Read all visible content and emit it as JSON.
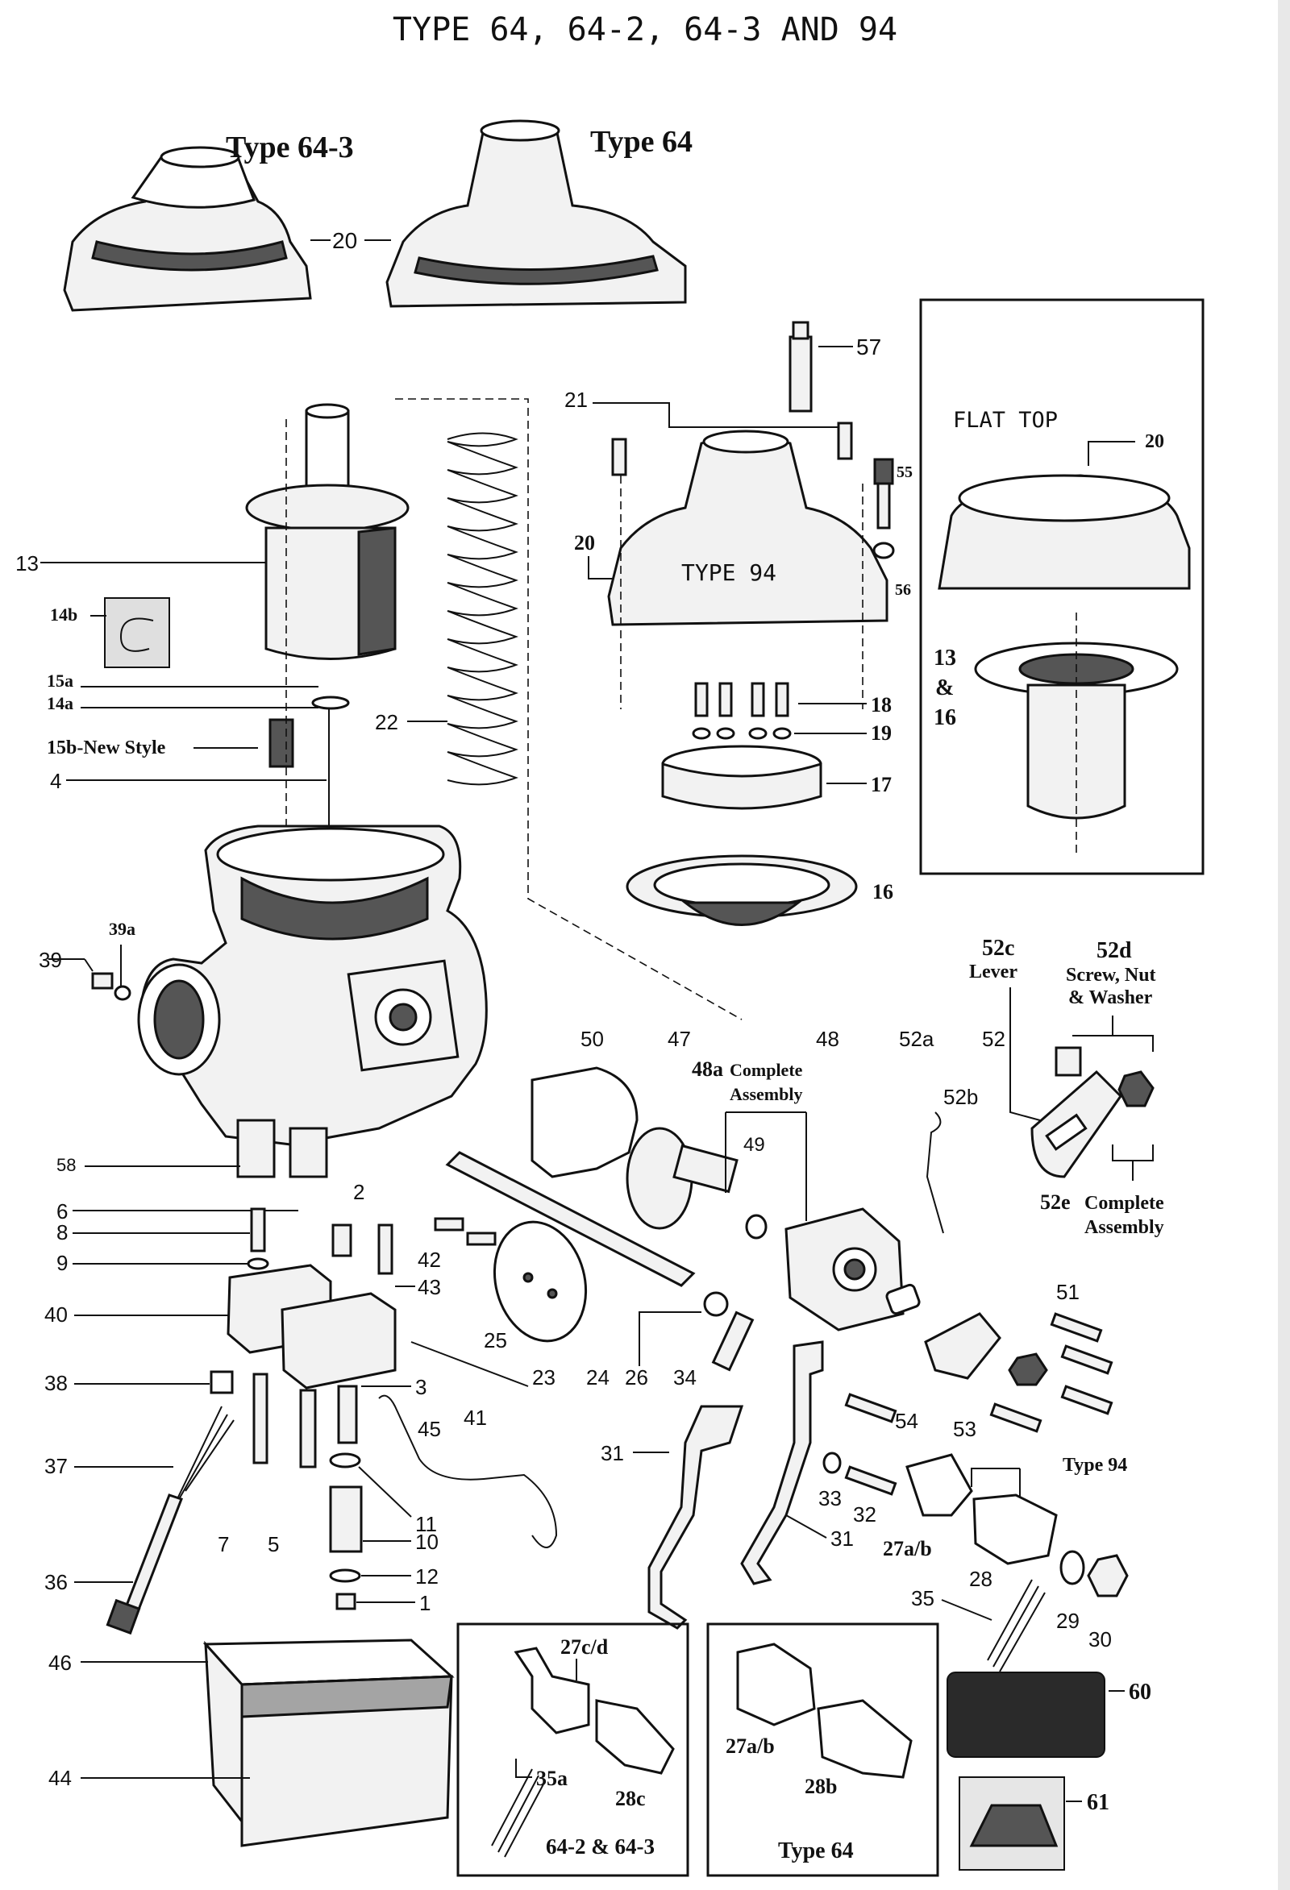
{
  "title": "TYPE 64, 64-2, 64-3 AND 94",
  "captions": {
    "type_64_3": "Type 64-3",
    "type_64": "Type 64",
    "flat_top": "FLAT TOP",
    "type_94_center": "TYPE 94",
    "lever_52c_num": "52c",
    "lever_52c_text": "Lever",
    "screw_52d_num": "52d",
    "screw_52d_line1": "Screw, Nut",
    "screw_52d_line2": "& Washer",
    "assy_48a_num": "48a",
    "assy_48a_line1": "Complete",
    "assy_48a_line2": "Assembly",
    "assy_52e_num": "52e",
    "assy_52e_line1": "Complete",
    "assy_52e_line2": "Assembly",
    "type_94_right": "Type 94",
    "inset_left_bottom": "64-2 & 64-3",
    "inset_right_bottom": "Type 64",
    "new_style_15b": "15b-New Style",
    "ref_13_16_a": "13",
    "ref_13_16_b": "&",
    "ref_13_16_c": "16"
  },
  "callouts": {
    "c1": "1",
    "c2": "2",
    "c3": "3",
    "c4": "4",
    "c5": "5",
    "c6": "6",
    "c7": "7",
    "c8": "8",
    "c9": "9",
    "c10": "10",
    "c11": "11",
    "c12": "12",
    "c13": "13",
    "c14a": "14a",
    "c14b": "14b",
    "c15a": "15a",
    "c16": "16",
    "c17": "17",
    "c18": "18",
    "c19": "19",
    "c20": "20",
    "c21": "21",
    "c22": "22",
    "c23": "23",
    "c24": "24",
    "c25": "25",
    "c26": "26",
    "c27ab": "27a/b",
    "c27cd": "27c/d",
    "c28": "28",
    "c28b": "28b",
    "c28c": "28c",
    "c29": "29",
    "c30": "30",
    "c31": "31",
    "c32": "32",
    "c33": "33",
    "c34": "34",
    "c35": "35",
    "c35a": "35a",
    "c36": "36",
    "c37": "37",
    "c38": "38",
    "c39": "39",
    "c39a": "39a",
    "c40": "40",
    "c41": "41",
    "c42": "42",
    "c43": "43",
    "c44": "44",
    "c45": "45",
    "c46": "46",
    "c47": "47",
    "c48": "48",
    "c49": "49",
    "c50": "50",
    "c51": "51",
    "c52": "52",
    "c52a": "52a",
    "c52b": "52b",
    "c53": "53",
    "c54": "54",
    "c55": "55",
    "c56": "56",
    "c57": "57",
    "c58": "58",
    "c60": "60",
    "c61": "61"
  }
}
